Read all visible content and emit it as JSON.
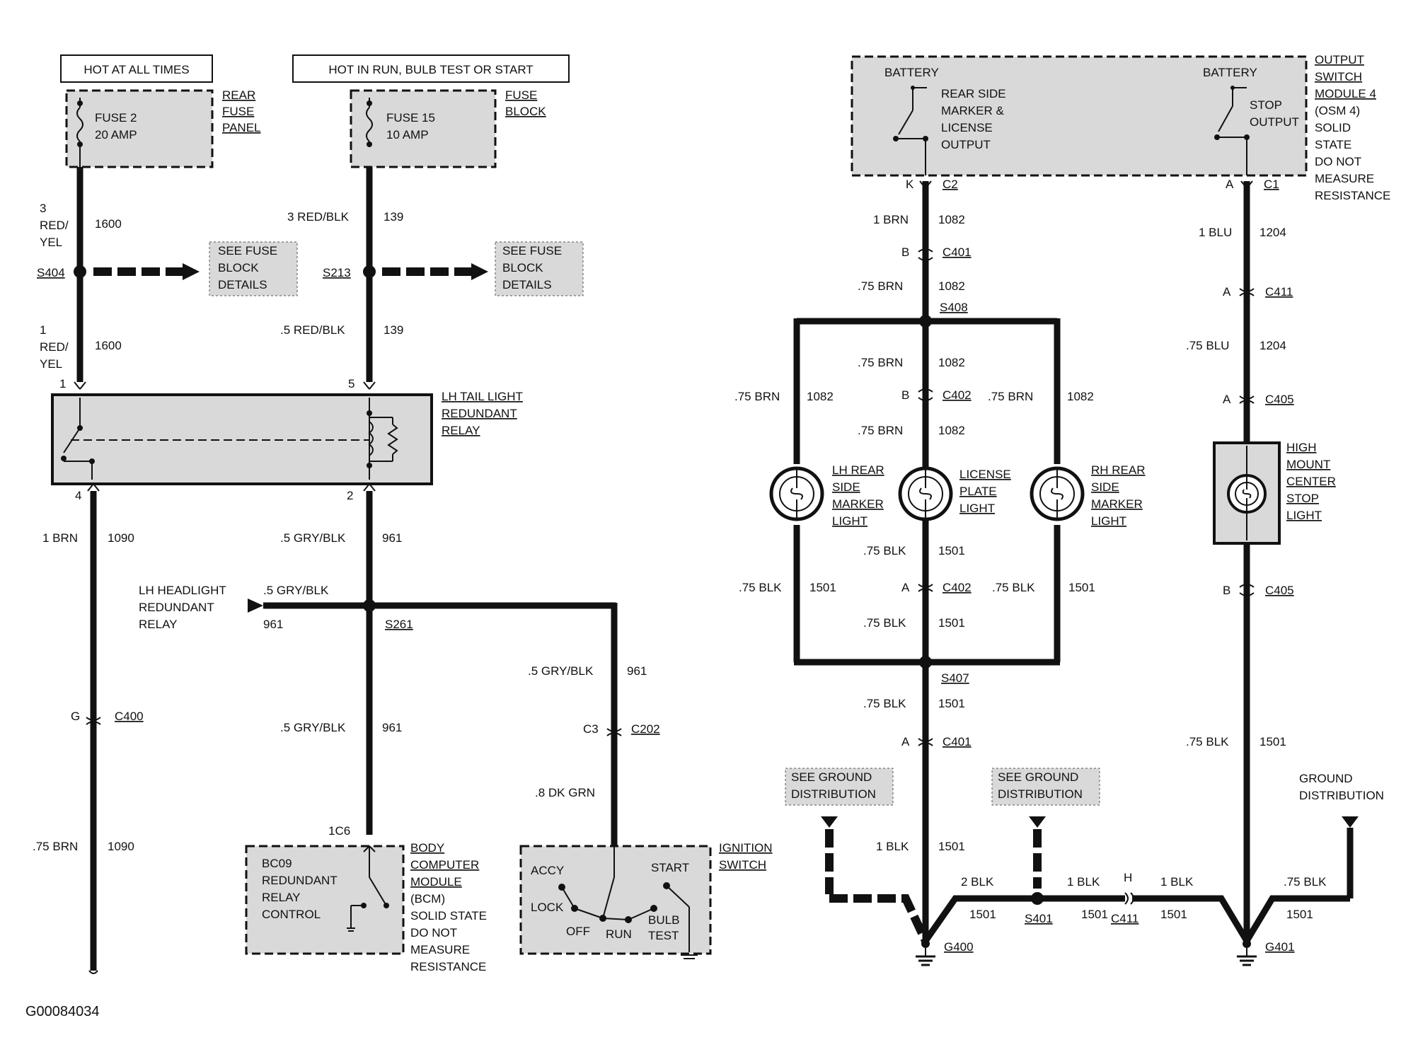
{
  "figure_id": "G00084034",
  "power": {
    "hot_at_all_times": "HOT AT ALL TIMES",
    "hot_in_run": "HOT IN RUN, BULB TEST OR START"
  },
  "fuses": {
    "fuse2": {
      "line1": "FUSE 2",
      "line2": "20 AMP",
      "loc": [
        "REAR",
        "FUSE",
        "PANEL"
      ]
    },
    "fuse15": {
      "line1": "FUSE 15",
      "line2": "10 AMP",
      "loc": [
        "FUSE",
        "BLOCK"
      ]
    }
  },
  "see_fuse_block": [
    "SEE FUSE",
    "BLOCK",
    "DETAILS"
  ],
  "relay": {
    "name": [
      "LH TAIL LIGHT",
      "REDUNDANT",
      "RELAY"
    ],
    "pins": [
      "1",
      "5",
      "4",
      "2"
    ]
  },
  "lh_headlight_relay": [
    "LH HEADLIGHT",
    "REDUNDANT",
    "RELAY"
  ],
  "bcm": {
    "inner": [
      "BC09",
      "REDUNDANT",
      "RELAY",
      "CONTROL"
    ],
    "name": [
      "BODY",
      "COMPUTER",
      "MODULE"
    ],
    "notes": [
      "(BCM)",
      "SOLID STATE",
      "DO NOT",
      "MEASURE",
      "RESISTANCE"
    ],
    "pin": "1C6"
  },
  "ignition": {
    "name": [
      "IGNITION",
      "SWITCH"
    ],
    "positions": [
      "ACCY",
      "START",
      "LOCK",
      "OFF",
      "RUN",
      "BULB",
      "TEST"
    ]
  },
  "osm": {
    "battery": "BATTERY",
    "rear_output": [
      "REAR SIDE",
      "MARKER &",
      "LICENSE",
      "OUTPUT"
    ],
    "stop_output": [
      "STOP",
      "OUTPUT"
    ],
    "name": [
      "OUTPUT",
      "SWITCH",
      "MODULE 4"
    ],
    "notes": [
      "(OSM 4)",
      "SOLID",
      "STATE",
      "DO NOT",
      "MEASURE",
      "RESISTANCE"
    ]
  },
  "lamps": {
    "lh_rear": [
      "LH REAR",
      "SIDE",
      "MARKER",
      "LIGHT"
    ],
    "license": [
      "LICENSE",
      "PLATE",
      "LIGHT"
    ],
    "rh_rear": [
      "RH REAR",
      "SIDE",
      "MARKER",
      "LIGHT"
    ],
    "high_mount": [
      "HIGH",
      "MOUNT",
      "CENTER",
      "STOP",
      "LIGHT"
    ]
  },
  "ground_distribution": {
    "see_ground": [
      "SEE GROUND",
      "DISTRIBUTION"
    ],
    "ground": [
      "GROUND",
      "DISTRIBUTION"
    ]
  },
  "wires": {
    "w1600_top": [
      "3",
      "RED/",
      "YEL"
    ],
    "c1600": "1600",
    "w1600_bot": [
      "1",
      "RED/",
      "YEL"
    ],
    "w139_top": "3 RED/BLK",
    "c139": "139",
    "w139_bot": ".5 RED/BLK",
    "w1090_top": "1 BRN",
    "c1090": "1090",
    "w1090_bot": ".75 BRN",
    "w961": ".5 GRY/BLK",
    "c961": "961",
    "dkgrn": ".8 DK GRN",
    "brn1": "1 BRN",
    "brn75": ".75 BRN",
    "c1082": "1082",
    "blk75": ".75 BLK",
    "c1501": "1501",
    "blu1": "1 BLU",
    "blu75": ".75 BLU",
    "c1204": "1204",
    "blk1": "1 BLK",
    "blk2": "2 BLK"
  },
  "splices": {
    "s404": "S404",
    "s213": "S213",
    "s261": "S261",
    "s408": "S408",
    "s407": "S407",
    "s401": "S401"
  },
  "connectors": {
    "c400": "C400",
    "g": "G",
    "c202": "C202",
    "c3": "C3",
    "c2": "C2",
    "k": "K",
    "c1": "C1",
    "a": "A",
    "b": "B",
    "h": "H",
    "c401": "C401",
    "c402": "C402",
    "c411": "C411",
    "c405": "C405"
  },
  "grounds": {
    "g400": "G400",
    "g401": "G401"
  }
}
